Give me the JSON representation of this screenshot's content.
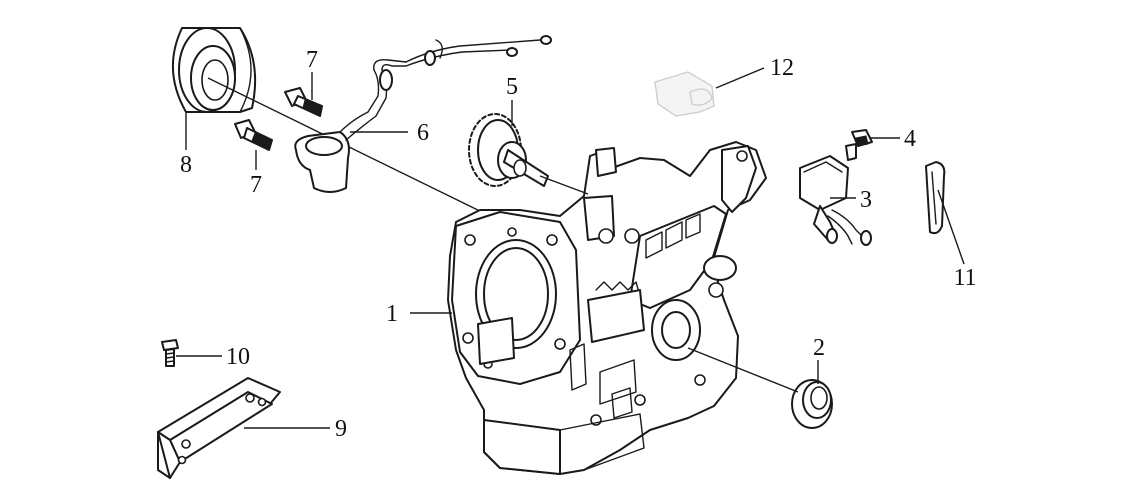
{
  "callouts": [
    {
      "id": 1,
      "label": "1",
      "part": "crankcase"
    },
    {
      "id": 2,
      "label": "2",
      "part": "oil-seal"
    },
    {
      "id": 3,
      "label": "3",
      "part": "ignition-coil"
    },
    {
      "id": 4,
      "label": "4",
      "part": "coil-bolt"
    },
    {
      "id": 5,
      "label": "5",
      "part": "governor-gear"
    },
    {
      "id": 6,
      "label": "6",
      "part": "oil-alert-sensor"
    },
    {
      "id": 7,
      "label": "7",
      "part": "bolt"
    },
    {
      "id": 8,
      "label": "8",
      "part": "ball-bearing"
    },
    {
      "id": 9,
      "label": "9",
      "part": "base-plate"
    },
    {
      "id": 10,
      "label": "10",
      "part": "plate-bolt"
    },
    {
      "id": 11,
      "label": "11",
      "part": "spring-clip"
    },
    {
      "id": 12,
      "label": "12",
      "part": "clip"
    }
  ],
  "colors": {
    "line": "#1a1a1a",
    "background": "#ffffff",
    "ghost": "#cfcfcf"
  }
}
